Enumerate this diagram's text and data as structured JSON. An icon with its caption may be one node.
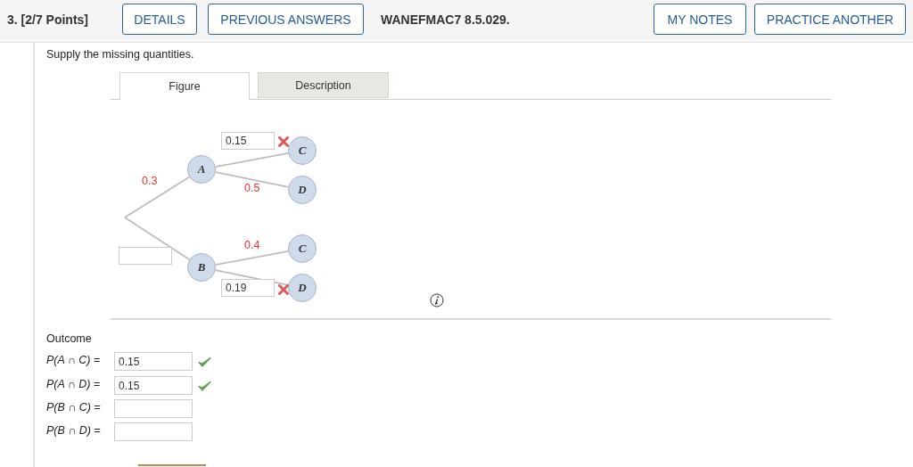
{
  "diagram": {
    "nodes": [
      {
        "text": [
          "A"
        ]
      },
      {
        "text": [
          "B"
        ]
      },
      {
        "text": [
          "C"
        ]
      },
      {
        "text": [
          "D"
        ]
      },
      {
        "text": [
          "C"
        ]
      },
      {
        "text": [
          "D"
        ]
      }
    ],
    "edges": [
      {
        "from": null,
        "to": 0,
        "arrow": "none",
        "label": "0.3"
      },
      {
        "from": null,
        "to": 1,
        "arrow": "none"
      },
      {
        "from": 0,
        "to": 2,
        "arrow": "none",
        "label": "0.15"
      },
      {
        "from": 0,
        "to": 3,
        "arrow": "none",
        "label": "0.5"
      },
      {
        "from": 1,
        "to": 4,
        "arrow": "none",
        "label": "0.4"
      },
      {
        "from": 1,
        "to": 5,
        "arrow": "none",
        "label": "0.19"
      }
    ],
    "labels": [
      "3. [2/7 Points]",
      "DETAILS",
      "PREVIOUS ANSWERS",
      "WANEFMAC7 8.5.029.",
      "MY NOTES",
      "PRACTICE ANOTHER",
      "Supply the missing quantities.",
      "Figure",
      "Description",
      "Outcome",
      "*P(A ∩ C)* =",
      "0.15",
      "*P(A ∩ D)* =",
      "0.15",
      "*P(B ∩ C)* =",
      "*P(B ∩ D)* ="
    ]
  }
}
